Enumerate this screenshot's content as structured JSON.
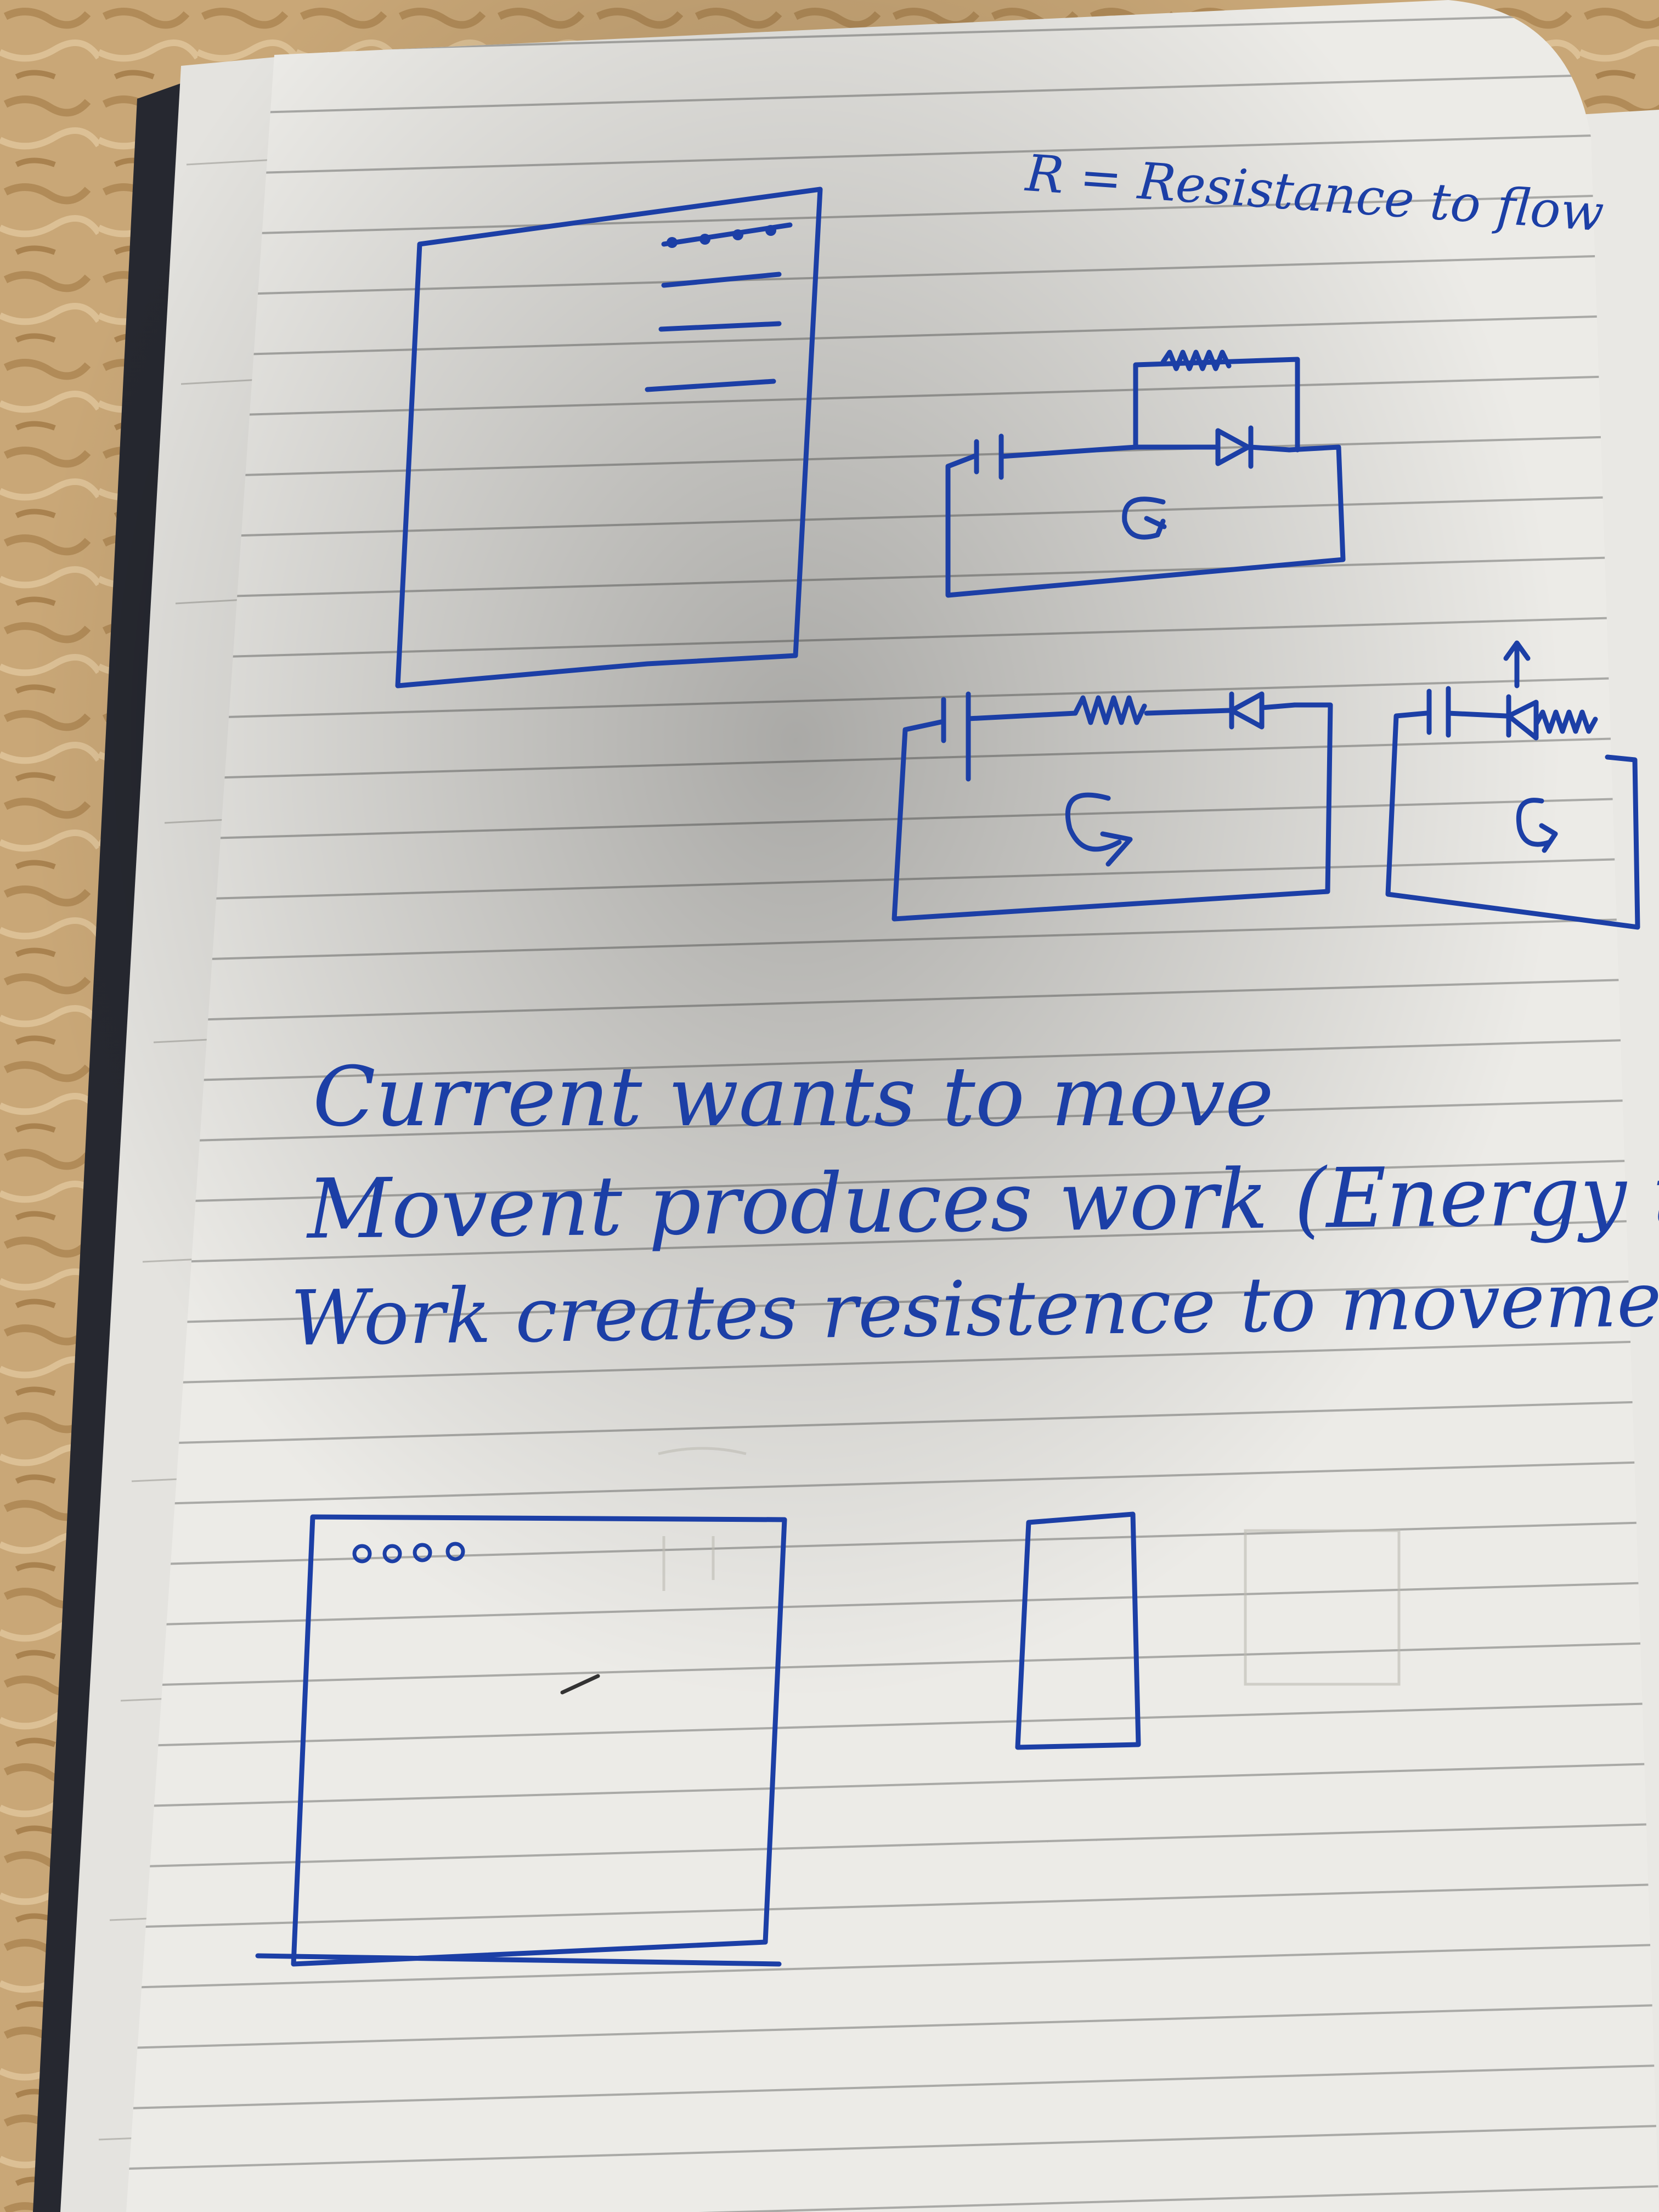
{
  "notes": {
    "formula": "R = Resistance to flow",
    "lines": [
      "Current wants to move",
      "Movent produces work (Energy transform)",
      "Work creates resistence to movement"
    ]
  },
  "circuits": [
    {
      "loop_label": "G",
      "components": [
        "battery",
        "diode",
        "resistor-parallel"
      ]
    },
    {
      "loop_label": "G",
      "components": [
        "battery",
        "resistor",
        "diode"
      ]
    },
    {
      "loop_label": "G",
      "components": [
        "battery",
        "diode",
        "resistor",
        "arrow-up"
      ]
    }
  ],
  "colors": {
    "ink": "#1c3fa6",
    "paper": "#ecebe7",
    "rule_line": "#a9a9a6",
    "wood": "#c9a777"
  }
}
